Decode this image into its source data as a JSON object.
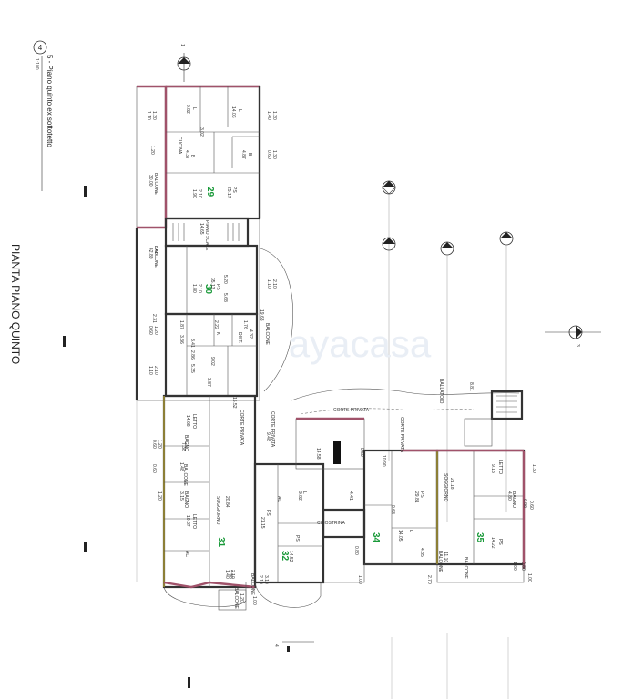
{
  "sheet": {
    "number": "4",
    "caption": "5 - Piano quinto ex sottotetto",
    "scale": "1:100",
    "vertical_title": "PIANTA PIANO QUINTO",
    "watermark": "ayacasa"
  },
  "section_markers": [
    {
      "id": "m1",
      "label": "1"
    },
    {
      "id": "m3",
      "label": "3"
    },
    {
      "id": "m4",
      "label": "4"
    }
  ],
  "units": [
    {
      "id": "u29",
      "label": "29",
      "color": "#1a9a3a"
    },
    {
      "id": "u30",
      "label": "30",
      "color": "#1a9a3a"
    },
    {
      "id": "u31",
      "label": "31",
      "color": "#1a9a3a"
    },
    {
      "id": "u32",
      "label": "32",
      "color": "#1a9a3a"
    },
    {
      "id": "u34",
      "label": "34",
      "color": "#1a9a3a"
    },
    {
      "id": "u35",
      "label": "35",
      "color": "#1a9a3a"
    }
  ],
  "room_labels": {
    "cucina": "CUCINA",
    "balcone_a": "BALCONE",
    "balcone_b": "BALCONE",
    "balcone_c": "BALCONE",
    "balcone_d": "BALCONE",
    "balcone_e": "BALCONE",
    "balcone_f": "BALCONE",
    "balcone_g": "BALCONE",
    "balcone_h": "BALCONE",
    "corte_privata_a": "CORTE PRIVATA",
    "corte_privata_b": "CORTE PRIVATA",
    "corte_privata_c": "CORTE PRIVATA",
    "corte_privata_d": "CORTE PRIVATA",
    "ballatoio": "BALLATOIO",
    "soggiorno_a": "SOGGIORNO",
    "soggiorno_b": "SOGGIORNO",
    "letto_a": "LETTO",
    "letto_b": "LETTO",
    "letto_c": "LETTO",
    "bagno_a": "BAGNO",
    "bagno_b": "BAGNO",
    "bagno_c": "BAGNO",
    "ps_a": "PS",
    "ps_b": "PS",
    "ps_c": "PS",
    "ps_d": "PS",
    "ps_e": "PS",
    "ps_f": "PS",
    "l_a": "L",
    "l_b": "L",
    "l_c": "L",
    "l_d": "L",
    "b_a": "B",
    "b_b": "B",
    "ac_a": "AC",
    "ac_b": "AC",
    "k_a": "K",
    "dist": "DIST.",
    "chiostrina": "CHIOSTRINA",
    "piano_scale": "PIANO SCALE"
  },
  "dimension_labels": {
    "d01": "1.30",
    "d02": "1.10",
    "d03": "1.30",
    "d04": "1.40",
    "d05": "1.30",
    "d06": "0.60",
    "d07": "9.82",
    "d08": "14.03",
    "d09": "3.02",
    "d10": "4.87",
    "d11": "4.37",
    "d12": "30.00",
    "d13": "25.17",
    "d14": "2.10",
    "d15": "1.90",
    "d16": "1.20",
    "d17": "14.65",
    "d18": "3.68",
    "d19": "42.89",
    "d20": "35.13",
    "d21": "5.20",
    "d22": "5.68",
    "d23": "2.10",
    "d24": "1.80",
    "d25": "2.10",
    "d26": "1.10",
    "d27": "19.63",
    "d28": "2.31",
    "d29": "1.20",
    "d30": "0.60",
    "d31": "1.87",
    "d32": "2.22",
    "d33": "1.76",
    "d34": "4.32",
    "d35": "3.36",
    "d36": "3.41",
    "d37": "2.86",
    "d38": "5.35",
    "d39": "2.10",
    "d40": "1.10",
    "d41": "3.87",
    "d42": "9.02",
    "d43": "15.52",
    "d44": "14.68",
    "d45": "1.20",
    "d46": "0.60",
    "d47": "7.38",
    "d48": "1.48",
    "d49": "0.60",
    "d50": "3.15",
    "d51": "1.20",
    "d52": "10.37",
    "d53": "2.10",
    "d54": "1.40",
    "d55": "20.84",
    "d56": "3.98",
    "d57": "1.20",
    "d58": "21.15",
    "d59": "14.52",
    "d60": "2.10",
    "d61": "3.10",
    "d62": "1.00",
    "d63": "14.58",
    "d64": "9.48",
    "d65": "9.82",
    "d66": "4.41",
    "d67": "29.81",
    "d68": "14.05",
    "d69": "0.68",
    "d70": "0.80",
    "d71": "11.10",
    "d72": "1.00",
    "d73": "9.13",
    "d74": "4.80",
    "d75": "14.22",
    "d76": "21.18",
    "d77": "1.00",
    "d78": "0.80",
    "d79": "0.60",
    "d80": "6.86",
    "d81": "4.85",
    "d82": "2.70",
    "d83": "9.59",
    "d84": "10.90",
    "d85": "1.30",
    "d86": "1.00",
    "d87": "8.81"
  }
}
